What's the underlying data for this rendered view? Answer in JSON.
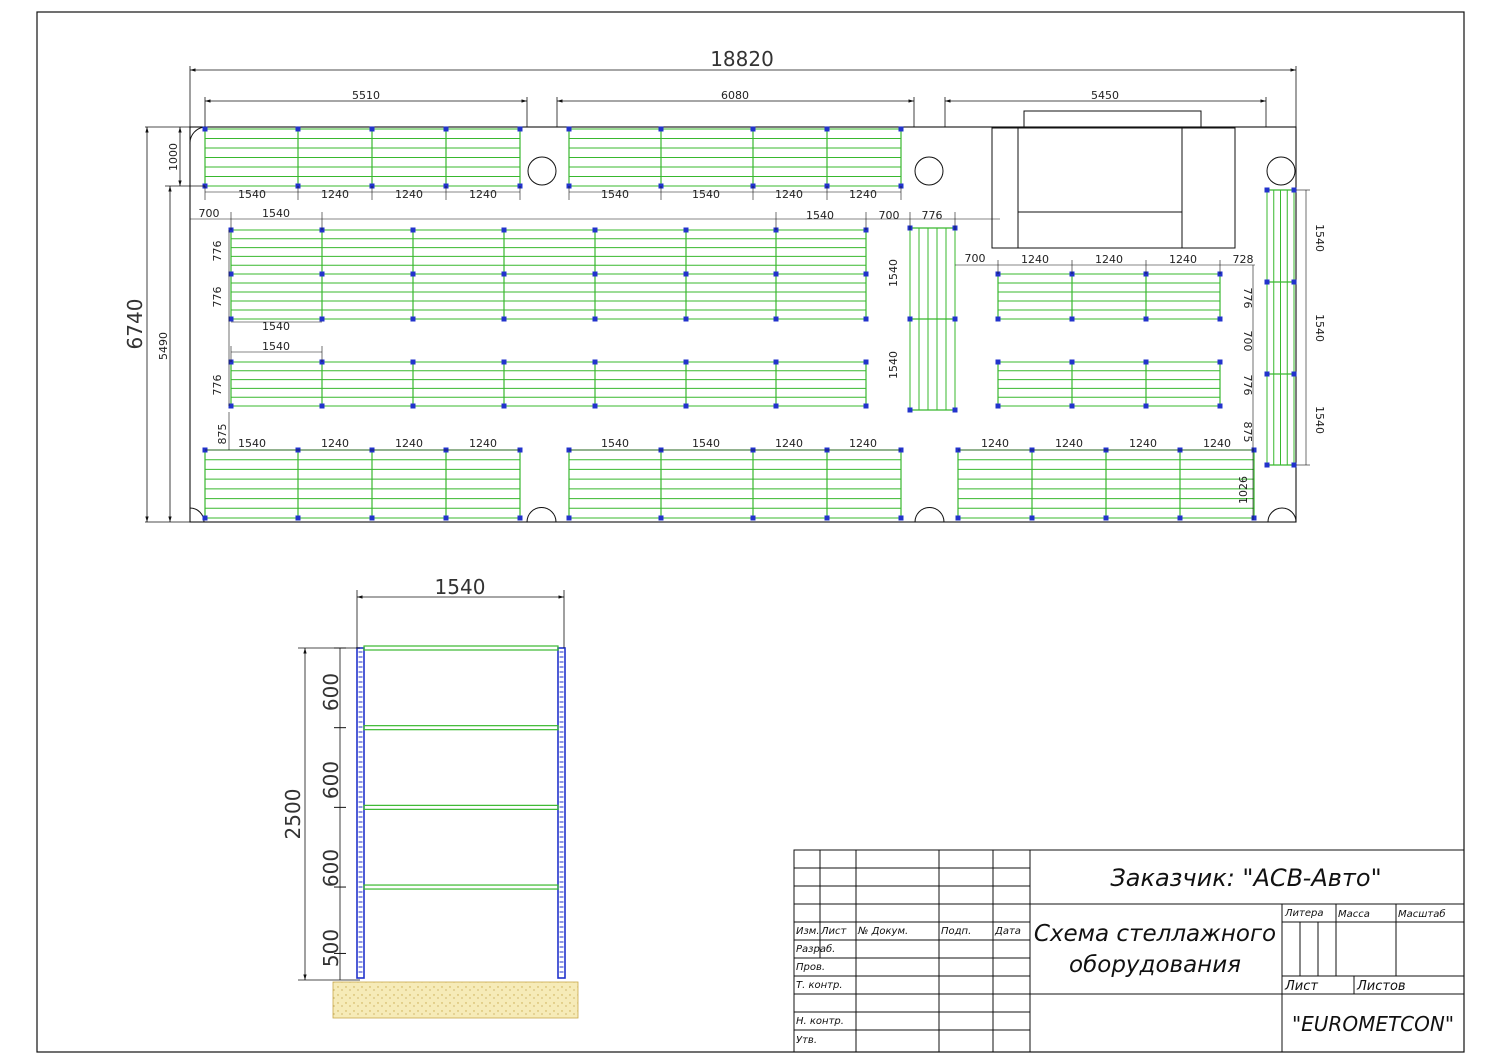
{
  "colors": {
    "shelf": "#38b82e",
    "post": "#2233cc",
    "line": "#111111",
    "floor": "#e8d27a"
  },
  "plan": {
    "overall_width": "18820",
    "overall_depth": "6740",
    "inner_depth": "5490",
    "top_edge_depth": "1000",
    "top_spans": [
      "5510",
      "6080",
      "5450"
    ],
    "top_row_left_bays": [
      "1540",
      "1240",
      "1240",
      "1240"
    ],
    "top_row_mid_bays": [
      "1540",
      "1540",
      "1240",
      "1240"
    ],
    "long_row_offsets": [
      "700",
      "1540",
      "1540",
      "700",
      "776"
    ],
    "long_row_depths": [
      "776",
      "776",
      "776"
    ],
    "long_row_bay": "1540",
    "vertical_unit_bays": [
      "1540",
      "1540"
    ],
    "right_block_bays": [
      "700",
      "1240",
      "1240",
      "1240",
      "728"
    ],
    "right_block_depths": [
      "776",
      "700",
      "776",
      "875"
    ],
    "right_column_bays": [
      "1540",
      "1540",
      "1540"
    ],
    "aisle_depth": "875",
    "bottom_row_left_bays": [
      "1540",
      "1240",
      "1240",
      "1240"
    ],
    "bottom_row_mid_bays": [
      "1540",
      "1540",
      "1240",
      "1240"
    ],
    "bottom_row_right_bays": [
      "1240",
      "1240",
      "1240",
      "1240"
    ],
    "bottom_right_depth": "1026"
  },
  "elevation": {
    "width": "1540",
    "height": "2500",
    "levels": [
      "600",
      "600",
      "600",
      "500"
    ]
  },
  "title_block": {
    "customer": "Заказчик: \"ACB-Авто\"",
    "drawing_title_line1": "Схема стеллажного",
    "drawing_title_line2": "оборудования",
    "company": "\"EUROMETCON\"",
    "col_izm": "Изм.",
    "col_list": "Лист",
    "col_doc": "№ Докум.",
    "col_sign": "Подп.",
    "col_date": "Дата",
    "row_razrab": "Разраб.",
    "row_prov": "Пров.",
    "row_tkontr": "Т. контр.",
    "row_nkontr": "Н. контр.",
    "row_utv": "Утв.",
    "litera": "Литера",
    "massa": "Масса",
    "masshtab": "Масштаб",
    "list": "Лист",
    "listov": "Листов"
  }
}
